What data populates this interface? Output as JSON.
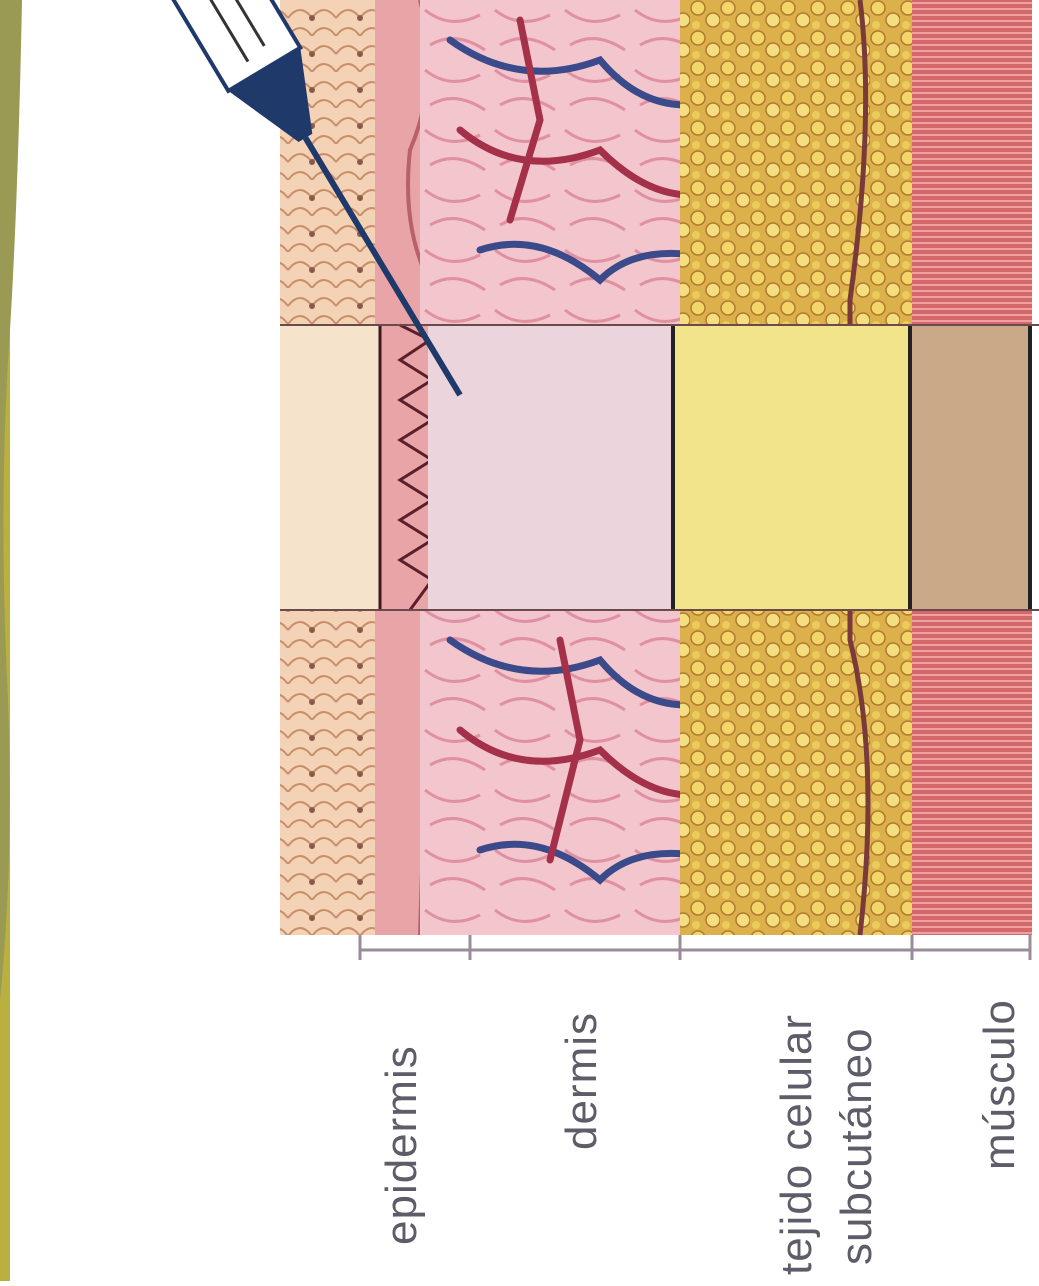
{
  "figure": {
    "layers": [
      {
        "key": "epidermis",
        "label": "epidermis",
        "color": "#e8a4a6"
      },
      {
        "key": "dermis",
        "label": "dermis",
        "color": "#ecd4dc"
      },
      {
        "key": "subcutaneous",
        "label_line1": "tejido celular",
        "label_line2": "subcutáneo",
        "color": "#f2e48a"
      },
      {
        "key": "muscle",
        "label": "músculo",
        "color": "#c9a988"
      }
    ],
    "colors": {
      "background": "#ffffff",
      "left_edge": "#b9b040",
      "skin_texture": "#f0c8a8",
      "vessels_red": "#a4304a",
      "vessels_blue": "#3a4a8a",
      "muscle_fiber": "#d8686a",
      "syringe": "#1f3a6a",
      "label_text": "#5f5c6a"
    },
    "syringe_icon": "syringe-icon"
  }
}
